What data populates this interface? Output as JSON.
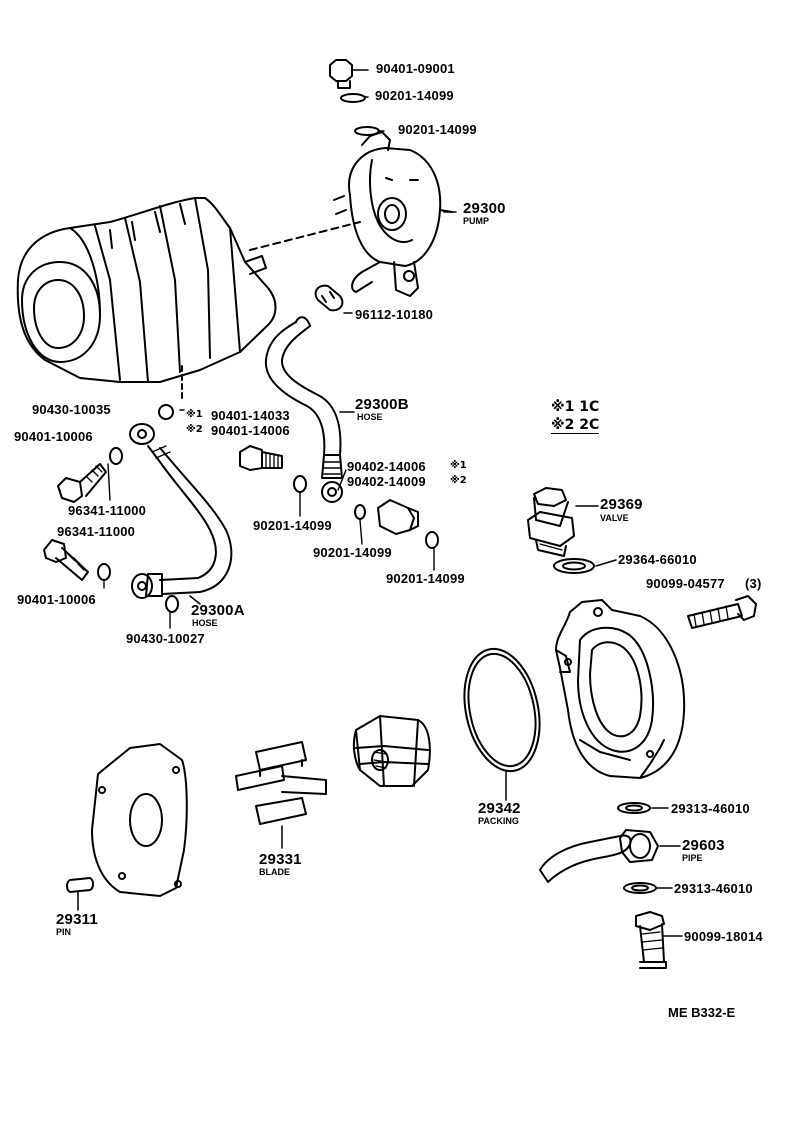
{
  "parts": {
    "plug": "90401-09001",
    "gasket_top1": "90201-14099",
    "gasket_top2": "90201-14099",
    "pump_no": "29300",
    "pump_name": "PUMP",
    "clip": "96112-10180",
    "hose_b_no": "29300B",
    "hose_b_name": "HOSE",
    "union_bolt_left": "90430-10035",
    "bolt_a1": "90401-14033",
    "bolt_a2": "90401-14006",
    "bolt_left1": "90401-10006",
    "gasket_mid": "90201-14099",
    "union_b1": "90402-14006",
    "union_b2": "90402-14009",
    "washer_left1": "96341-11000",
    "washer_left2": "96341-11000",
    "gasket_mid2": "90201-14099",
    "gasket_mid3": "90201-14099",
    "bolt_left2": "90401-10006",
    "hose_a_no": "29300A",
    "hose_a_name": "HOSE",
    "union_bolt_low": "90430-10027",
    "valve_no": "29369",
    "valve_name": "VALVE",
    "gasket_valve": "29364-66010",
    "bolt_housing": "90099-04577",
    "bolt_housing_qty": "(3)",
    "packing_no": "29342",
    "packing_name": "PACKING",
    "gasket_pipe1": "29313-46010",
    "pipe_no": "29603",
    "pipe_name": "PIPE",
    "gasket_pipe2": "29313-46010",
    "union_bolt_pipe": "90099-18014",
    "blade_no": "29331",
    "blade_name": "BLADE",
    "pin_no": "29311",
    "pin_name": "PIN"
  },
  "marks": {
    "m1": "※1",
    "m2": "※2",
    "m3": "※1",
    "m4": "※2"
  },
  "legend": {
    "line1": "※1 1C",
    "line2": "※2 2C"
  },
  "diagram_code": "ME B332-E"
}
